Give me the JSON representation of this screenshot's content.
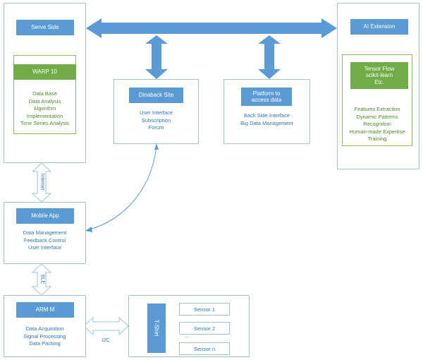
{
  "serve_side": {
    "title": "Serve Side",
    "warp": {
      "title": "WARP 10",
      "lines": [
        "Data Base",
        "Data Analysis",
        "Algorithm",
        "Implementation",
        "Time Series Analysis"
      ]
    }
  },
  "ai_extension": {
    "title": "AI Extension",
    "tensor": {
      "title_lines": [
        "Tensor Flow",
        "scikit-learn",
        "Etc."
      ],
      "lines": [
        "Features Extraction",
        "Dynamic Patterns",
        "Recognition",
        "Human-made Expertise",
        "Training"
      ]
    }
  },
  "dinaback": {
    "title": "Dinaback Site",
    "lines": [
      "User Interface",
      "Subscription",
      "Forum"
    ]
  },
  "platform": {
    "title_lines": [
      "Platform to",
      "access data"
    ],
    "lines": [
      "Back Side Interface",
      "Big Data Management"
    ]
  },
  "mobile_app": {
    "title": "Mobile App",
    "lines": [
      "Data Management",
      "Feedback Control",
      "User Interface"
    ]
  },
  "arm": {
    "title": "ARM M",
    "lines": [
      "Data Acquisition",
      "Signal Processing",
      "Data Packing"
    ]
  },
  "tshirt": {
    "label": "T-Shirt",
    "sensors": [
      "Sensor 1",
      "Sensor 2",
      "...",
      "Sensor n"
    ]
  },
  "connections": {
    "internet": "Internet",
    "ble": "BLE",
    "i2c": "I2C"
  },
  "colors": {
    "blue_header": "#5b9bd5",
    "green_header": "#70ad47",
    "arrow": "#5b9bd5",
    "border": "#9fc3e2"
  }
}
